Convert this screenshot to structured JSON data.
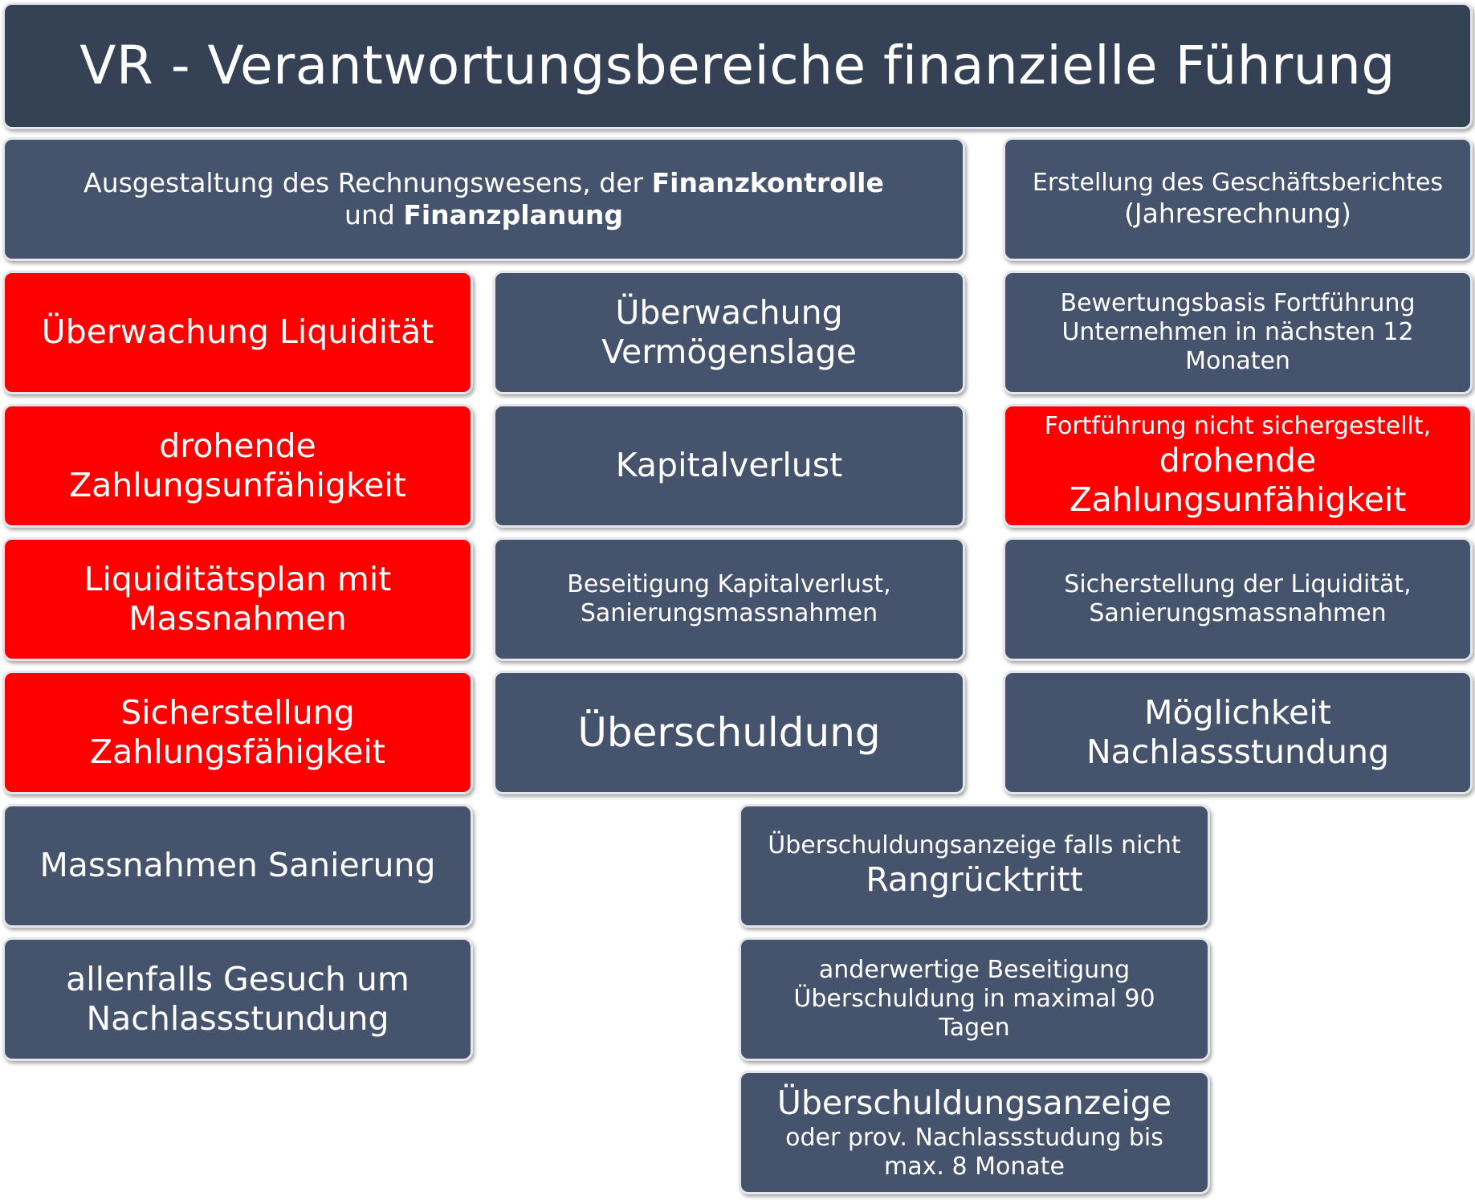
{
  "title": "VR - Verantwortungsbereiche finanzielle Führung",
  "top": {
    "left": {
      "pre1": "Ausgestaltung des Rechnungswesens, der ",
      "bold1": "Finanzkontrolle",
      "pre2": "und ",
      "bold2": "Finanzplanung"
    },
    "right": {
      "line1": "Erstellung des Geschäftsberichtes",
      "line2": "(Jahresrechnung)"
    }
  },
  "col1": [
    "Überwachung Liquidität",
    "drohende Zahlungsunfähigkeit",
    "Liquiditätsplan mit Massnahmen",
    "Sicherstellung Zahlungsfähigkeit",
    "Massnahmen Sanierung",
    "allenfalls Gesuch um Nachlassstundung"
  ],
  "col2": [
    "Überwachung Vermögenslage",
    "Kapitalverlust",
    "Beseitigung Kapitalverlust, Sanierungsmassnahmen",
    "Überschuldung"
  ],
  "col3": {
    "item1": "Bewertungsbasis Fortführung Unternehmen in nächsten 12 Monaten",
    "item2": {
      "line1": "Fortführung nicht sichergestellt,",
      "line2": "drohende Zahlungsunfähigkeit"
    },
    "item3": "Sicherstellung der Liquidität, Sanierungsmassnahmen",
    "item4": "Möglichkeit Nachlassstundung"
  },
  "bottom": {
    "item1": {
      "line1": "Überschuldungsanzeige falls nicht",
      "line2": "Rangrücktritt"
    },
    "item2": "anderwertige Beseitigung Überschuldung in maximal 90 Tagen",
    "item3": {
      "big": "Überschuldungsanzeige",
      "small": " oder prov. Nachlassstudung bis max. 8 Monate"
    }
  },
  "colors": {
    "slate": "#45546c",
    "title": "#354154",
    "red": "#ff0000",
    "border": "#e3e6ea"
  }
}
